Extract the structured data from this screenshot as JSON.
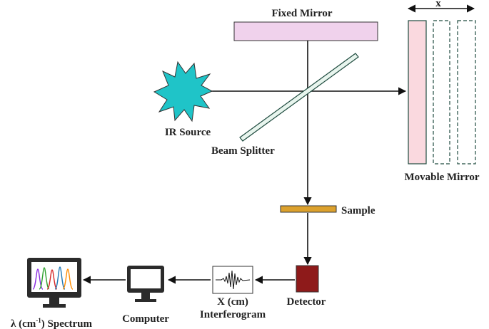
{
  "labels": {
    "fixed_mirror": "Fixed Mirror",
    "x_distance": "x",
    "ir_source": "IR Source",
    "beam_splitter": "Beam Splitter",
    "movable_mirror": "Movable Mirror",
    "sample": "Sample",
    "detector": "Detector",
    "interferogram_axis": "X (cm)",
    "interferogram": "Interferogram",
    "computer": "Computer",
    "spectrum_prefix": "λ (cm",
    "spectrum_exponent": "-1",
    "spectrum_suffix": ") Spectrum"
  },
  "colors": {
    "fixed_mirror": "#f0d2ec",
    "movable_mirror": "#fad9df",
    "ir_source": "#1fc4c8",
    "beam_splitter": "#e8f5ee",
    "sample": "#dca12d",
    "detector": "#8e1a1a",
    "mirror_outline": "#1f4b3f",
    "spectrum_series": [
      "#8a2be2",
      "#2ca02c",
      "#d62728",
      "#1f77b4",
      "#ff8c00"
    ]
  },
  "icons": {
    "ir_source": "starburst-icon",
    "computer": "monitor-icon",
    "spectrum": "spectrum-monitor-icon",
    "interferogram": "waveform-icon"
  }
}
